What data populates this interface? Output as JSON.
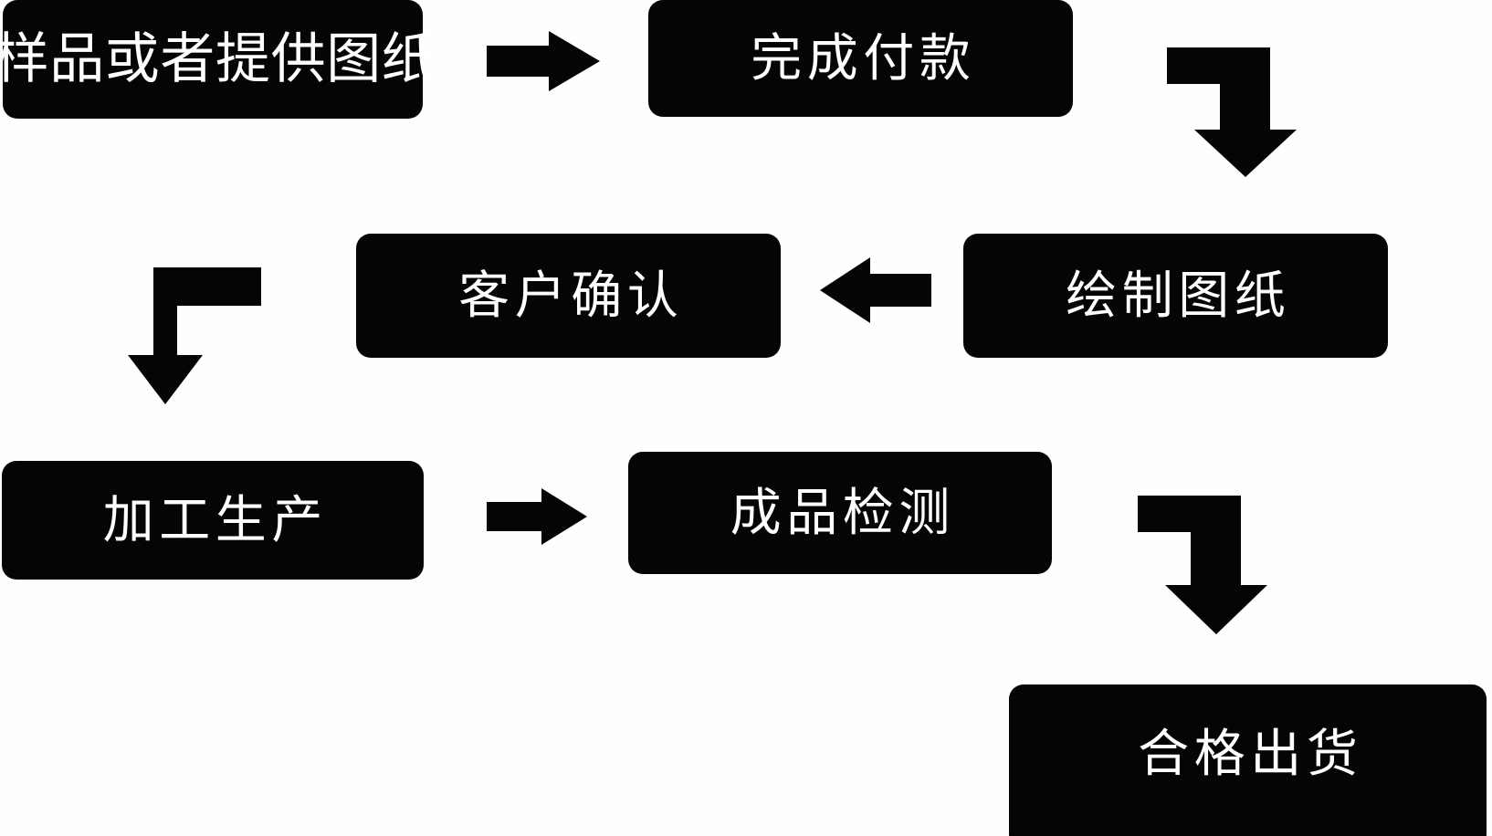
{
  "diagram": {
    "title": "",
    "background_color": "#fefefe",
    "node_color": "#050505",
    "text_color": "#ffffff",
    "nodes": [
      {
        "id": "sample",
        "label": "样品或者提供图纸"
      },
      {
        "id": "payment",
        "label": "完成付款"
      },
      {
        "id": "draw",
        "label": "绘制图纸"
      },
      {
        "id": "confirm",
        "label": "客户确认"
      },
      {
        "id": "produce",
        "label": "加工生产"
      },
      {
        "id": "inspect",
        "label": "成品检测"
      },
      {
        "id": "ship",
        "label": "合格出货"
      }
    ],
    "connectors": [
      {
        "id": "sample-to-payment",
        "icon": "arrow-right-icon",
        "from": "sample",
        "to": "payment"
      },
      {
        "id": "payment-to-draw",
        "icon": "elbow-right-down-icon",
        "from": "payment",
        "to": "draw"
      },
      {
        "id": "draw-to-confirm",
        "icon": "arrow-left-icon",
        "from": "draw",
        "to": "confirm"
      },
      {
        "id": "confirm-to-produce",
        "icon": "elbow-left-down-icon",
        "from": "confirm",
        "to": "produce"
      },
      {
        "id": "produce-to-inspect",
        "icon": "arrow-right-icon",
        "from": "produce",
        "to": "inspect"
      },
      {
        "id": "inspect-to-ship",
        "icon": "elbow-right-down-icon",
        "from": "inspect",
        "to": "ship"
      }
    ]
  },
  "chart_data": {
    "type": "diagram",
    "title": "",
    "flow_order": [
      "样品或者提供图纸",
      "完成付款",
      "绘制图纸",
      "客户确认",
      "加工生产",
      "成品检测",
      "合格出货"
    ],
    "edges": [
      {
        "from": "样品或者提供图纸",
        "to": "完成付款",
        "direction": "right"
      },
      {
        "from": "完成付款",
        "to": "绘制图纸",
        "direction": "right-then-down"
      },
      {
        "from": "绘制图纸",
        "to": "客户确认",
        "direction": "left"
      },
      {
        "from": "客户确认",
        "to": "加工生产",
        "direction": "left-then-down"
      },
      {
        "from": "加工生产",
        "to": "成品检测",
        "direction": "right"
      },
      {
        "from": "成品检测",
        "to": "合格出货",
        "direction": "right-then-down"
      }
    ]
  }
}
